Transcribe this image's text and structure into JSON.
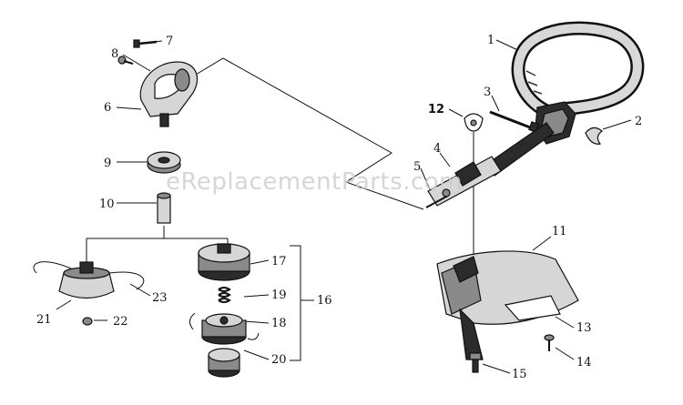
{
  "watermark": "eReplacementParts.com",
  "labels": {
    "p1": "1",
    "p2": "2",
    "p3": "3",
    "p4": "4",
    "p5": "5",
    "p6": "6",
    "p7": "7",
    "p8": "8",
    "p9": "9",
    "p10": "10",
    "p11": "11",
    "p12": "12",
    "p13": "13",
    "p14": "14",
    "p15": "15",
    "p16": "16",
    "p17": "17",
    "p18": "18",
    "p19": "19",
    "p20": "20",
    "p21": "21",
    "p22": "22",
    "p23": "23"
  }
}
